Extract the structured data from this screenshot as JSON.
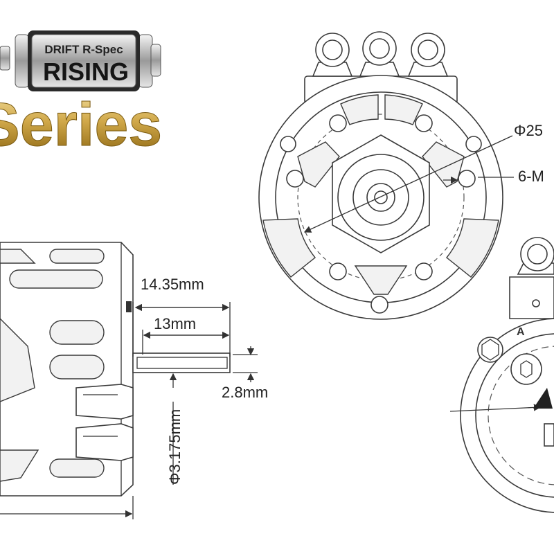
{
  "badge": {
    "line1": "DRIFT R-Spec",
    "line2": "RISING"
  },
  "series_text": "Series",
  "dimensions": {
    "can_diameter": "Φ25",
    "mount": "6-M",
    "overall_shaft": "14.35mm",
    "shaft_length": "13mm",
    "flat_width": "2.8mm",
    "shaft_diameter": "Φ3.175mm"
  },
  "rear_label": "A",
  "colors": {
    "gold_top": "#f3dfa0",
    "gold_bottom": "#8a6410",
    "badge_dark": "#2a2a2a"
  }
}
